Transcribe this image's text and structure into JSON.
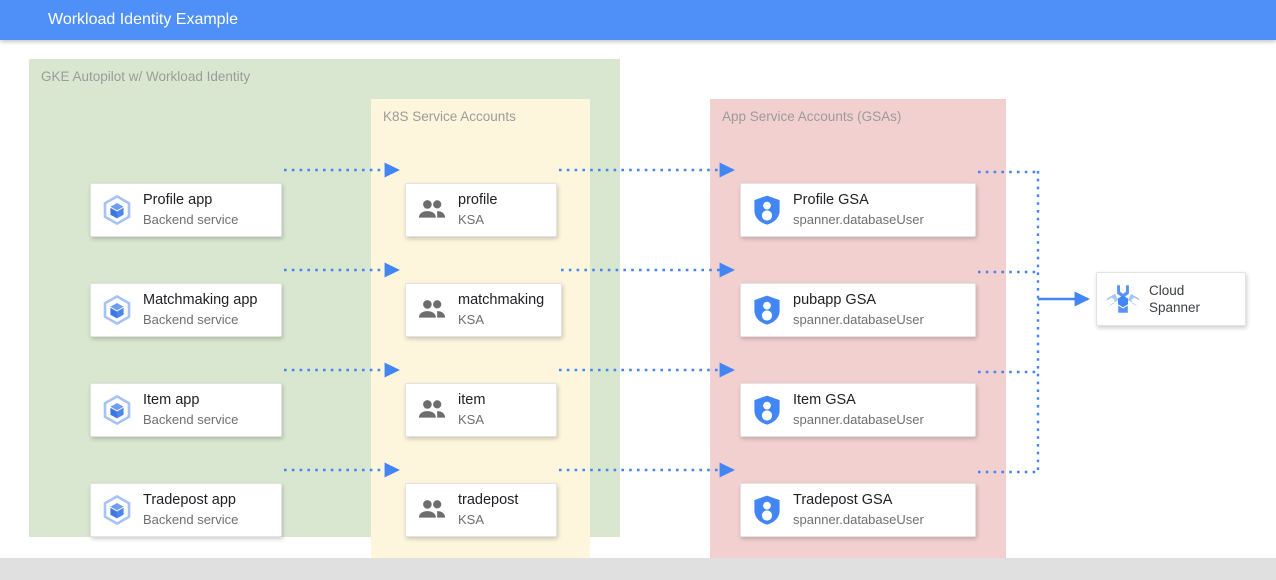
{
  "window": {
    "title": "Workload Identity Example",
    "header_color": "#4e90f7"
  },
  "zones": {
    "gke": {
      "label": "GKE Autopilot w/ Workload Identity",
      "color": "#d9e7d0"
    },
    "ksa": {
      "label": "K8S Service Accounts",
      "color": "#fdf6dd"
    },
    "gsa": {
      "label": "App Service Accounts (GSAs)",
      "color": "#f2d0d0"
    }
  },
  "apps": [
    {
      "title": "Profile app",
      "subtitle": "Backend service",
      "icon": "gke-cube-icon"
    },
    {
      "title": "Matchmaking app",
      "subtitle": "Backend service",
      "icon": "gke-cube-icon"
    },
    {
      "title": "Item app",
      "subtitle": "Backend service",
      "icon": "gke-cube-icon"
    },
    {
      "title": "Tradepost app",
      "subtitle": "Backend service",
      "icon": "gke-cube-icon"
    }
  ],
  "ksas": [
    {
      "title": "profile",
      "subtitle": "KSA",
      "icon": "people-icon"
    },
    {
      "title": "matchmaking",
      "subtitle": "KSA",
      "icon": "people-icon"
    },
    {
      "title": "item",
      "subtitle": "KSA",
      "icon": "people-icon"
    },
    {
      "title": "tradepost",
      "subtitle": "KSA",
      "icon": "people-icon"
    }
  ],
  "gsas": [
    {
      "title": "Profile GSA",
      "subtitle": "spanner.databaseUser",
      "icon": "shield-person-icon"
    },
    {
      "title": "pubapp GSA",
      "subtitle": "spanner.databaseUser",
      "icon": "shield-person-icon"
    },
    {
      "title": "Item GSA",
      "subtitle": "spanner.databaseUser",
      "icon": "shield-person-icon"
    },
    {
      "title": "Tradepost GSA",
      "subtitle": "spanner.databaseUser",
      "icon": "shield-person-icon"
    }
  ],
  "datastore": {
    "title_line1": "Cloud",
    "title_line2": "Spanner",
    "icon": "cloud-spanner-icon"
  },
  "connectors": {
    "color": "#4285f4",
    "style_app_to_ksa": "dotted-arrow",
    "style_ksa_to_gsa": "dotted-arrow",
    "style_gsa_to_bus": "dotted",
    "style_bus_to_spanner": "solid-arrow"
  }
}
